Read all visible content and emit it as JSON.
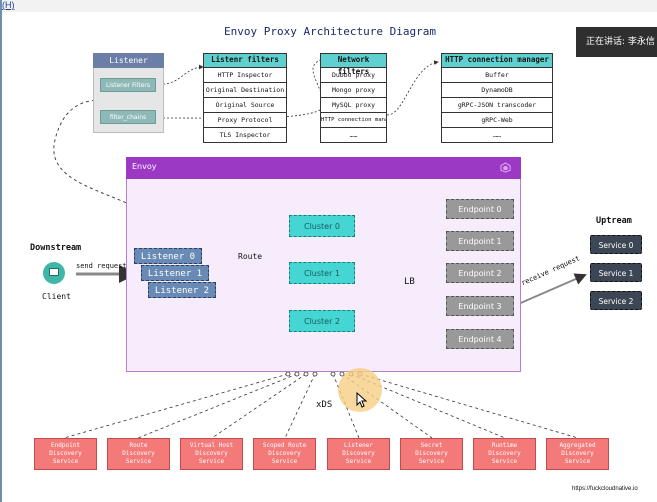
{
  "header": {
    "hotkey": "(H)",
    "title": "Envoy Proxy Architecture Diagram",
    "caption": "正在讲话: 李永信"
  },
  "listener_box": {
    "title": "Listener",
    "filters_label": "Listener Filters",
    "chains_label": "filter_chains"
  },
  "tables": [
    {
      "title": "Listenr filters",
      "rows": [
        "HTTP Inspector",
        "Original Destination",
        "Original Source",
        "Proxy Protocol",
        "TLS Inspector"
      ]
    },
    {
      "title": "Network filters",
      "rows": [
        "Dubbo proxy",
        "Mongo proxy",
        "MySQL proxy",
        "HTTP connection manager",
        "……"
      ]
    },
    {
      "title": "HTTP connection manager",
      "rows": [
        "Buffer",
        "DynamoDB",
        "gRPC-JSON transcoder",
        "gRPC-Web",
        "……"
      ]
    }
  ],
  "envoy": {
    "label": "Envoy",
    "icon": "envoy-logo-icon"
  },
  "downstream": {
    "label": "Downstream",
    "client": "Client",
    "send_request": "send request"
  },
  "listeners": [
    "Listener 0",
    "Listener 1",
    "Listener 2"
  ],
  "route_label": "Route",
  "clusters": [
    "Cluster 0",
    "Cluster 1",
    "Cluster 2"
  ],
  "lb_label": "LB",
  "endpoints": [
    "Endpoint 0",
    "Endpoint 1",
    "Endpoint 2",
    "Endpoint 3",
    "Endpoint 4"
  ],
  "receive_request": "receive request",
  "upstream": {
    "label": "Uptream",
    "services": [
      "Service 0",
      "Service 1",
      "Service 2"
    ]
  },
  "xds": {
    "label": "xDS",
    "services": [
      [
        "Endpoint",
        "Discovery",
        "Service"
      ],
      [
        "Route",
        "Discovery",
        "Service"
      ],
      [
        "Virtual Host",
        "Discovery",
        "Service"
      ],
      [
        "Scoped Route",
        "Discovery",
        "Service"
      ],
      [
        "Listener",
        "Discovery",
        "Service"
      ],
      [
        "Secret",
        "Discovery",
        "Service"
      ],
      [
        "Runtime",
        "Discovery",
        "Service"
      ],
      [
        "Aggregated",
        "Discovery",
        "Service"
      ]
    ]
  },
  "footer": "https://fuckcloudnative.io",
  "colors": {
    "envoy_bar": "#9b38c4",
    "cluster": "#45d6d3",
    "endpoint": "#999999",
    "listener": "#6a8ab6",
    "service": "#3c4654",
    "xds": "#f47a7a"
  }
}
